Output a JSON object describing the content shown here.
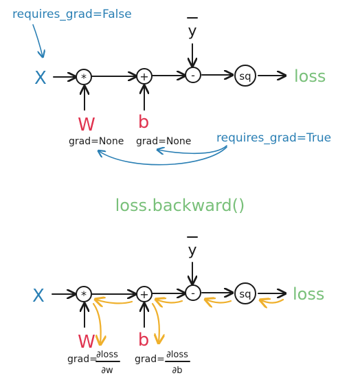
{
  "top": {
    "annotation_false": "requires_grad=False",
    "annotation_true": "requires_grad=True",
    "x_label": "X",
    "ybar_label": "y",
    "w_label": "W",
    "b_label": "b",
    "mul_symbol": "*",
    "add_symbol": "+",
    "sub_symbol": "-",
    "sq_symbol": "sq",
    "loss_label": "loss",
    "grad_w": "grad=None",
    "grad_b": "grad=None"
  },
  "middle": {
    "call": "loss.backward()"
  },
  "bottom": {
    "x_label": "X",
    "ybar_label": "y",
    "w_label": "W",
    "b_label": "b",
    "mul_symbol": "*",
    "add_symbol": "+",
    "sub_symbol": "-",
    "sq_symbol": "sq",
    "loss_label": "loss",
    "grad_prefix_w": "grad=",
    "grad_num_w": "∂loss",
    "grad_den_w": "∂w",
    "grad_prefix_b": "grad=",
    "grad_num_b": "∂loss",
    "grad_den_b": "∂b"
  },
  "colors": {
    "blue": "#2a7fb4",
    "green": "#79c07a",
    "red": "#e0334f",
    "orange": "#efb02c",
    "ink": "#1a1a1a"
  }
}
